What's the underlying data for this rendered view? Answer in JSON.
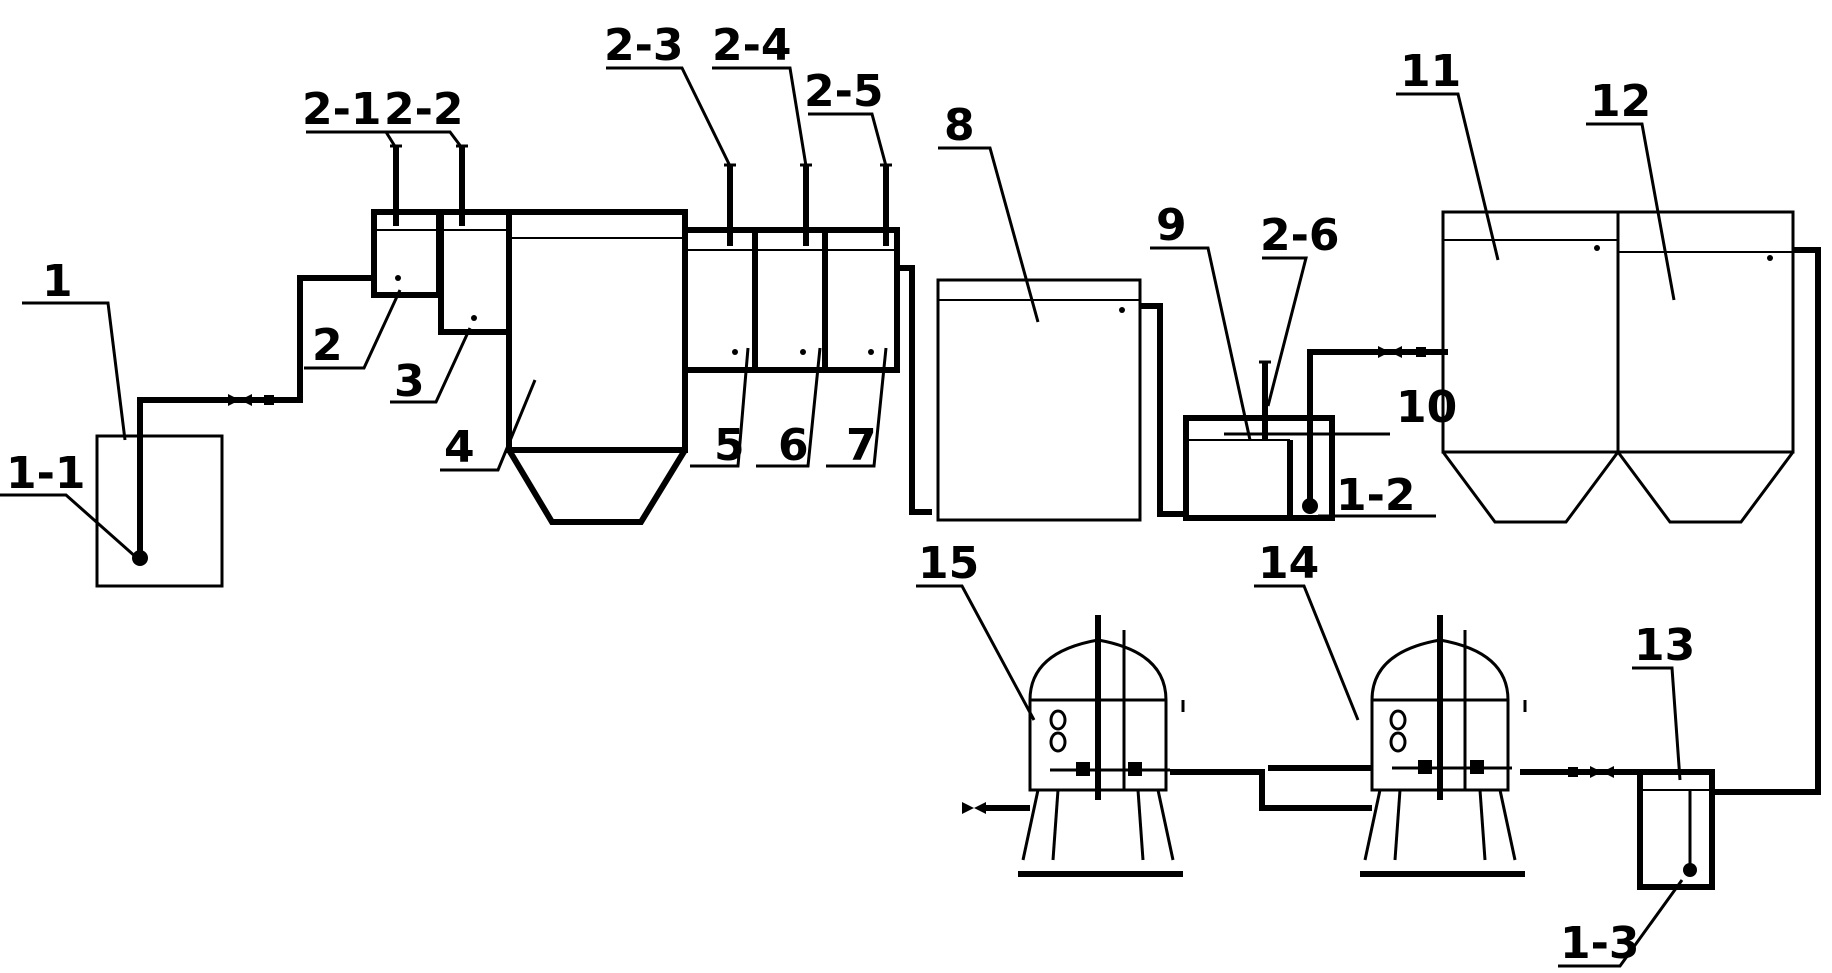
{
  "diagram": {
    "labels": {
      "l1": "1",
      "l1_1": "1-1",
      "l2": "2",
      "l2_1": "2-1",
      "l2_2": "2-2",
      "l3": "3",
      "l2_3": "2-3",
      "l2_4": "2-4",
      "l2_5": "2-5",
      "l4": "4",
      "l5": "5",
      "l6": "6",
      "l7": "7",
      "l8": "8",
      "l9": "9",
      "l2_6": "2-6",
      "l10": "10",
      "l1_2": "1-2",
      "l11": "11",
      "l12": "12",
      "l13": "13",
      "l1_3": "1-3",
      "l14": "14",
      "l15": "15"
    }
  }
}
